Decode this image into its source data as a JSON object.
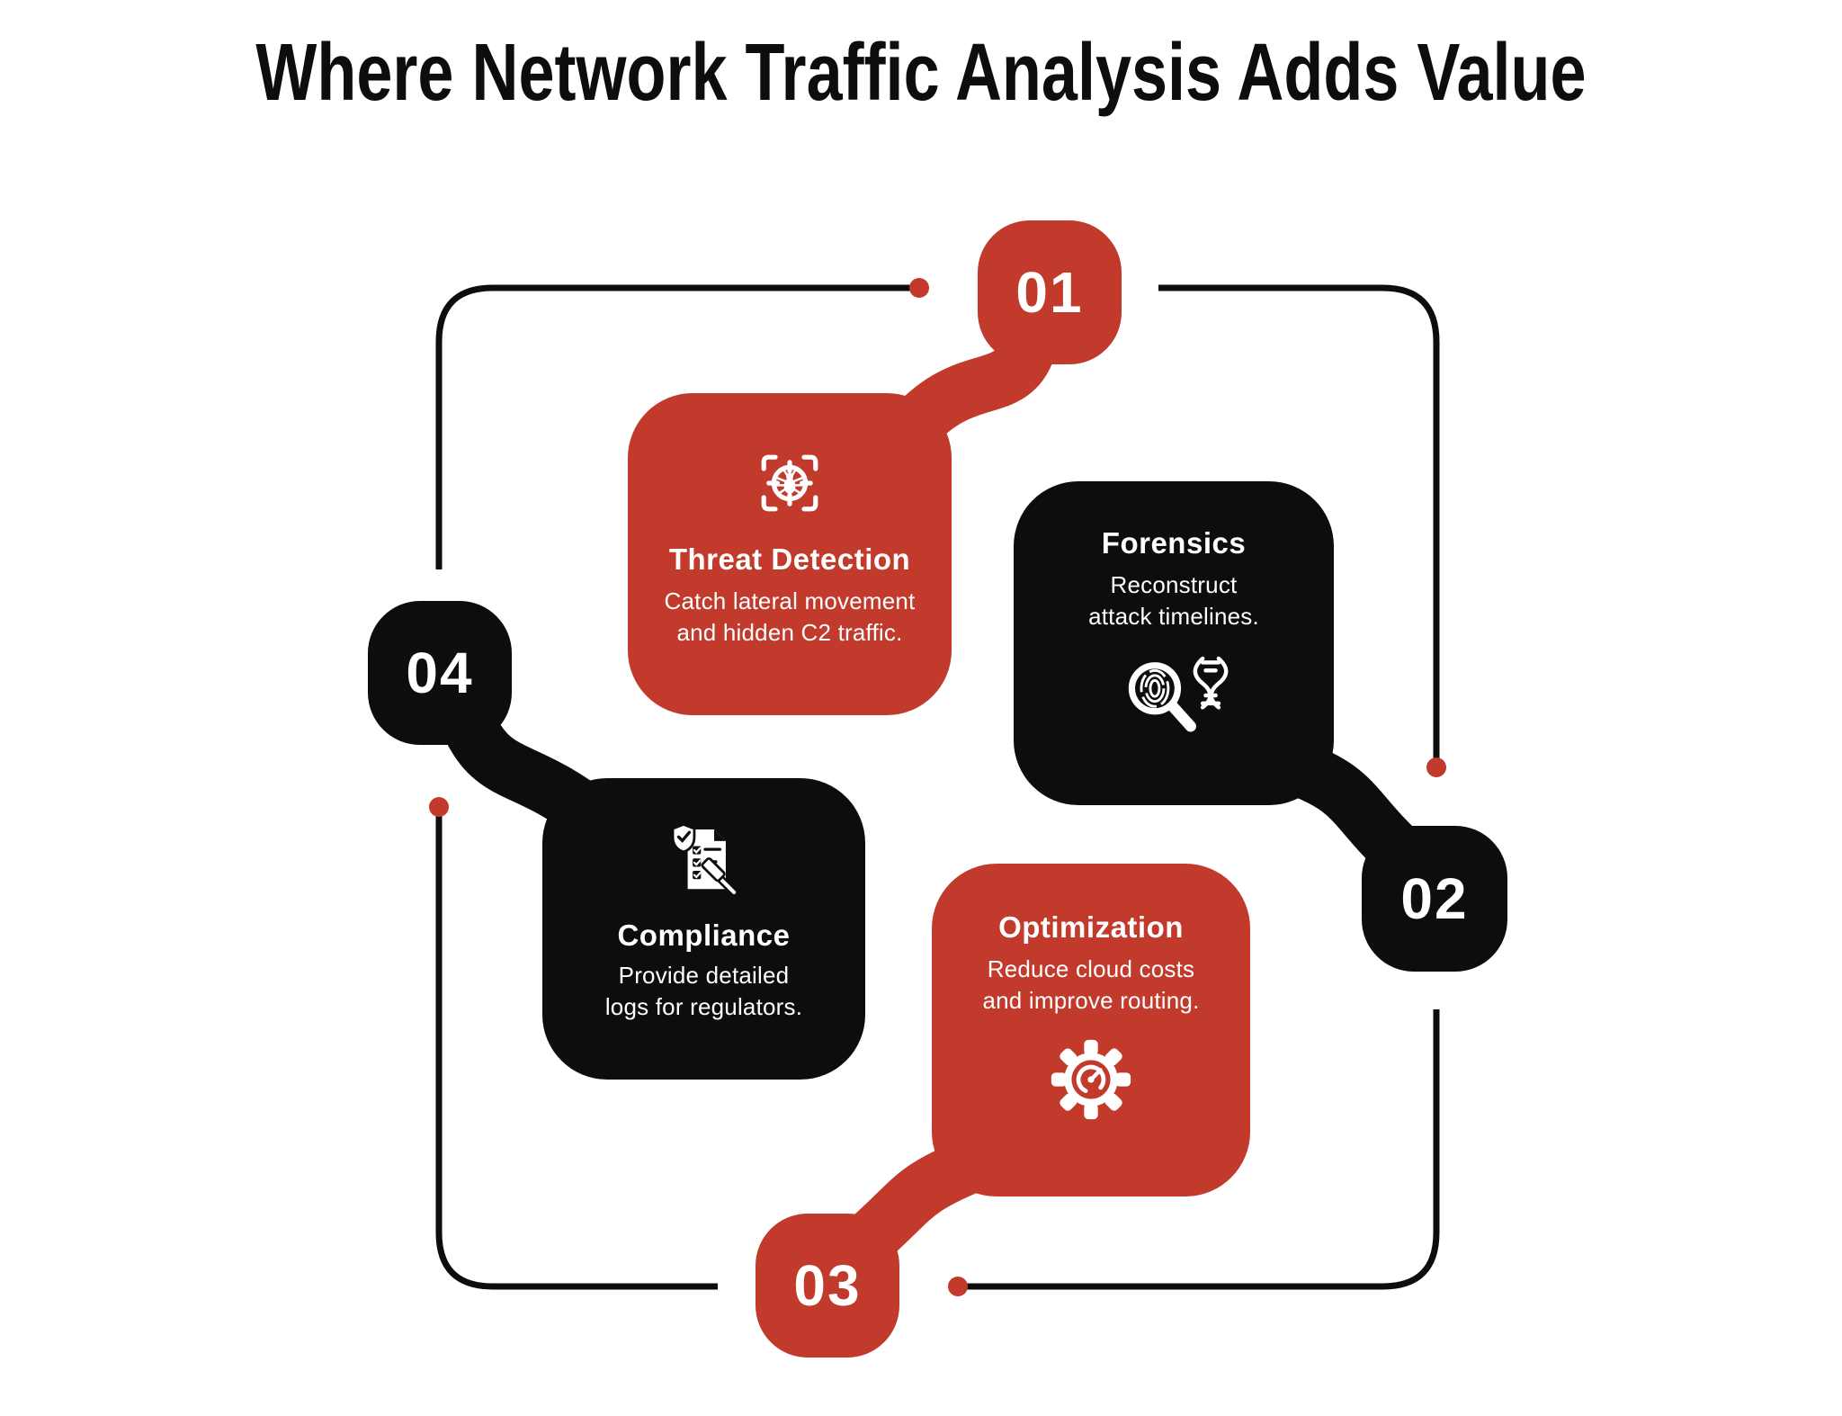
{
  "title": "Where Network Traffic Analysis Adds Value",
  "colors": {
    "accent_red": "#C13A2C",
    "ink_black": "#0D0D0D",
    "background": "#FFFFFF",
    "card_text": "#FFFFFF"
  },
  "steps": [
    {
      "number": "01",
      "title": "Threat Detection",
      "desc_lines": [
        "Catch lateral movement",
        "and hidden C2 traffic."
      ],
      "icon": "bug-target-icon",
      "card_color": "red"
    },
    {
      "number": "02",
      "title": "Forensics",
      "desc_lines": [
        "Reconstruct",
        "attack timelines."
      ],
      "icon": "fingerprint-dna-magnifier-icon",
      "card_color": "black"
    },
    {
      "number": "03",
      "title": "Optimization",
      "desc_lines": [
        "Reduce cloud costs",
        "and improve routing."
      ],
      "icon": "gear-gauge-icon",
      "card_color": "red"
    },
    {
      "number": "04",
      "title": "Compliance",
      "desc_lines": [
        "Provide detailed",
        "logs for regulators."
      ],
      "icon": "checklist-shield-gavel-icon",
      "card_color": "black"
    }
  ]
}
